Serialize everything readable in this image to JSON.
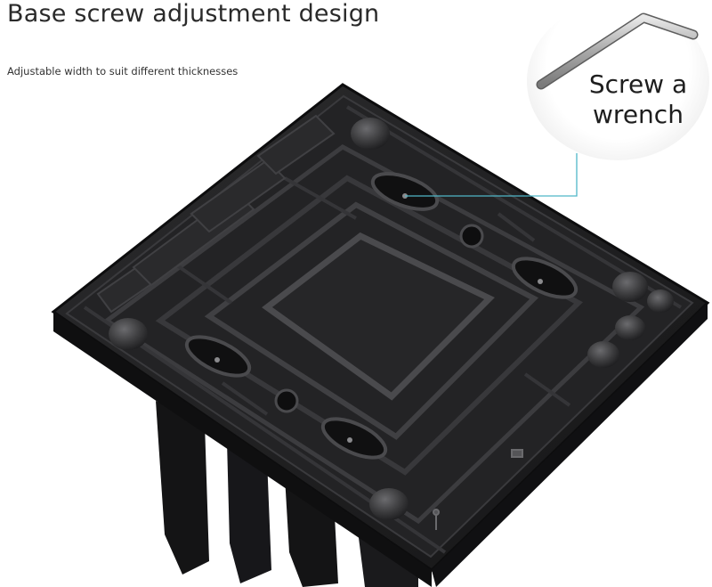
{
  "heading": {
    "title": "Base screw adjustment design",
    "subtitle": "Adjustable width to suit different thicknesses"
  },
  "callout": {
    "line1": "Screw a",
    "line2": "wrench",
    "wrench_icon": "hex-key-icon",
    "leader_color": "#4fb6c8"
  },
  "product": {
    "name_icon": "black-square-stand-base",
    "body_color": "#1b1b1d"
  }
}
